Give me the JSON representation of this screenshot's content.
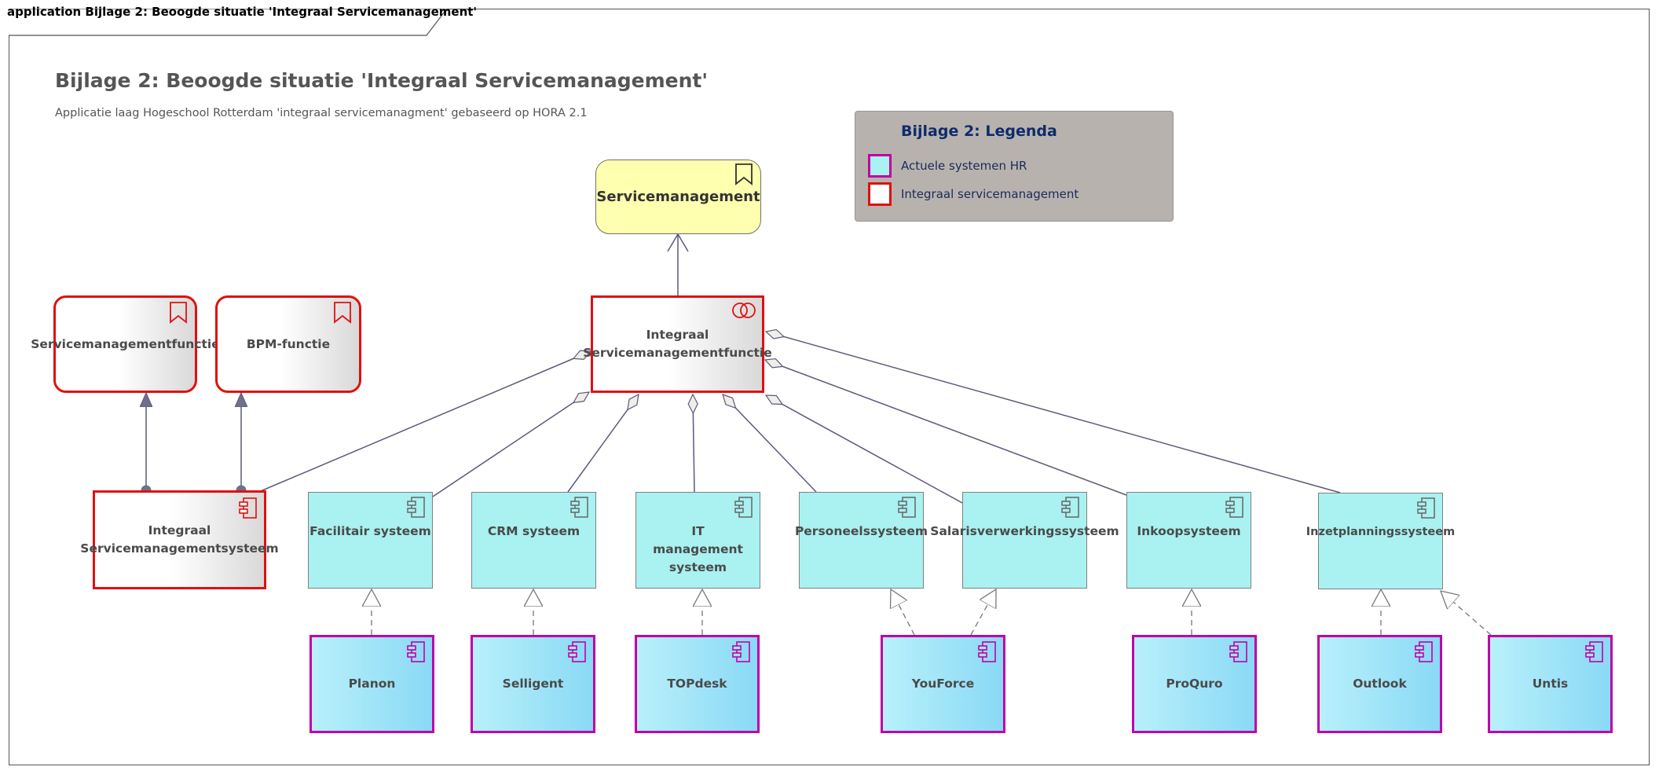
{
  "frame": {
    "tab_label": "application Bijlage 2: Beoogde situatie 'Integraal Servicemanagement'"
  },
  "diagram": {
    "title": "Bijlage 2: Beoogde situatie 'Integraal Servicemanagement'",
    "subtitle": "Applicatie laag Hogeschool Rotterdam 'integraal servicemanagment' gebaseerd op HORA 2.1"
  },
  "legend": {
    "title": "Bijlage 2: Legenda",
    "items": [
      {
        "label": "Actuele systemen HR",
        "fill": "#aaf1f1",
        "border": "#c000a8"
      },
      {
        "label": "Integraal servicemanagement",
        "fill": "#ffffff",
        "border": "#e01010"
      }
    ]
  },
  "elements": {
    "servicemanagement": "Servicemanagement",
    "servicemanagementfunctie": "Servicemanagementfunctie",
    "bpm_functie": "BPM-functie",
    "integraal_functie_line1": "Integraal",
    "integraal_functie_line2": "Servicemanagementfunctie",
    "integraal_systeem_line1": "Integraal",
    "integraal_systeem_line2": "Servicemanagementsysteem",
    "reference_systems": [
      "Facilitair systeem",
      "CRM systeem",
      "IT management systeem",
      "Personeelssysteem",
      "Salarisverwerkingssysteem",
      "Inkoopsysteem",
      "Inzetplanningssysteem"
    ],
    "hr_systems": [
      "Planon",
      "Selligent",
      "TOPdesk",
      "YouForce",
      "ProQuro",
      "Outlook",
      "Untis"
    ]
  },
  "colors": {
    "isms_border": "#e01010",
    "hr_border": "#c000a8",
    "reference_fill": "#aaf1f1",
    "business_service_fill": "#ffffb0",
    "connector": "#5a5a78"
  },
  "icons": {
    "business_service": "bookmark-icon",
    "application_function": "bookmark-icon",
    "application_interface": "interface-circles-icon",
    "application_component": "component-icon"
  }
}
